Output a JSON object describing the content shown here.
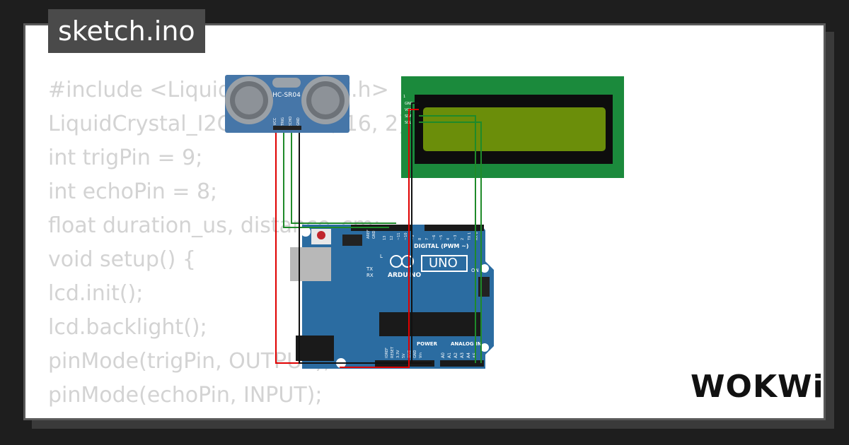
{
  "filename": "sketch.ino",
  "code_lines": [
    "#include <LiquidCrystal_I2C.h>",
    "LiquidCrystal_I2C lcd(0x27, 16, 2);",
    "int trigPin = 9;",
    "int echoPin = 8;",
    "float duration_us, distance_cm;",
    "void setup() {",
    "lcd.init();",
    "lcd.backlight();",
    "pinMode(trigPin, OUTPUT);",
    "pinMode(echoPin, INPUT);",
    "}"
  ],
  "sensor": {
    "model": "HC-SR04",
    "pins": [
      "VCC",
      "TRIG",
      "ECHO",
      "GND"
    ]
  },
  "lcd": {
    "pin_labels": [
      "1",
      "GND",
      "VCC",
      "SDA",
      "SCL"
    ]
  },
  "arduino": {
    "brand": "ARDUINO",
    "model": "UNO",
    "digital_label": "DIGITAL (PWM ~)",
    "aref": "AREF",
    "gnd": "GND",
    "led_l": "L",
    "led_tx": "TX",
    "led_rx": "RX",
    "on": "ON",
    "power_label": "POWER",
    "analog_label": "ANALOG IN",
    "power_pins": [
      "IOREF",
      "RESET",
      "3.3V",
      "5V",
      "GND",
      "GND",
      "Vin"
    ],
    "analog_pins": [
      "A0",
      "A1",
      "A2",
      "A3",
      "A4",
      "A5"
    ],
    "digital_pins": [
      "13",
      "12",
      "~11",
      "~10",
      "~9",
      "8",
      "7",
      "~6",
      "~5",
      "4",
      "~3",
      "2",
      "TX 1",
      "RX 0"
    ]
  },
  "brand_logo": "WOKWi",
  "colors": {
    "background": "#1e1e1e",
    "board": "#2b6ca1",
    "lcd_pcb": "#1b8a3c",
    "lcd_screen": "#6b8e0a",
    "wire_red": "#e00000",
    "wire_green": "#1f8a2a",
    "wire_black": "#111111"
  }
}
